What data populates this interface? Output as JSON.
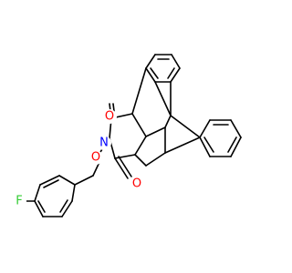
{
  "figure": {
    "kind": "chemical-structure",
    "background": "#ffffff",
    "bond_color": "#000000"
  },
  "atoms": {
    "o_upper": {
      "label": "O",
      "color": "#ff0000"
    },
    "o_lower": {
      "label": "O",
      "color": "#ff0000"
    },
    "n_imide": {
      "label": "N",
      "color": "#0000ff"
    },
    "o_ether": {
      "label": "O",
      "color": "#ff0000"
    },
    "f": {
      "label": "F",
      "color": "#33cc33"
    }
  }
}
